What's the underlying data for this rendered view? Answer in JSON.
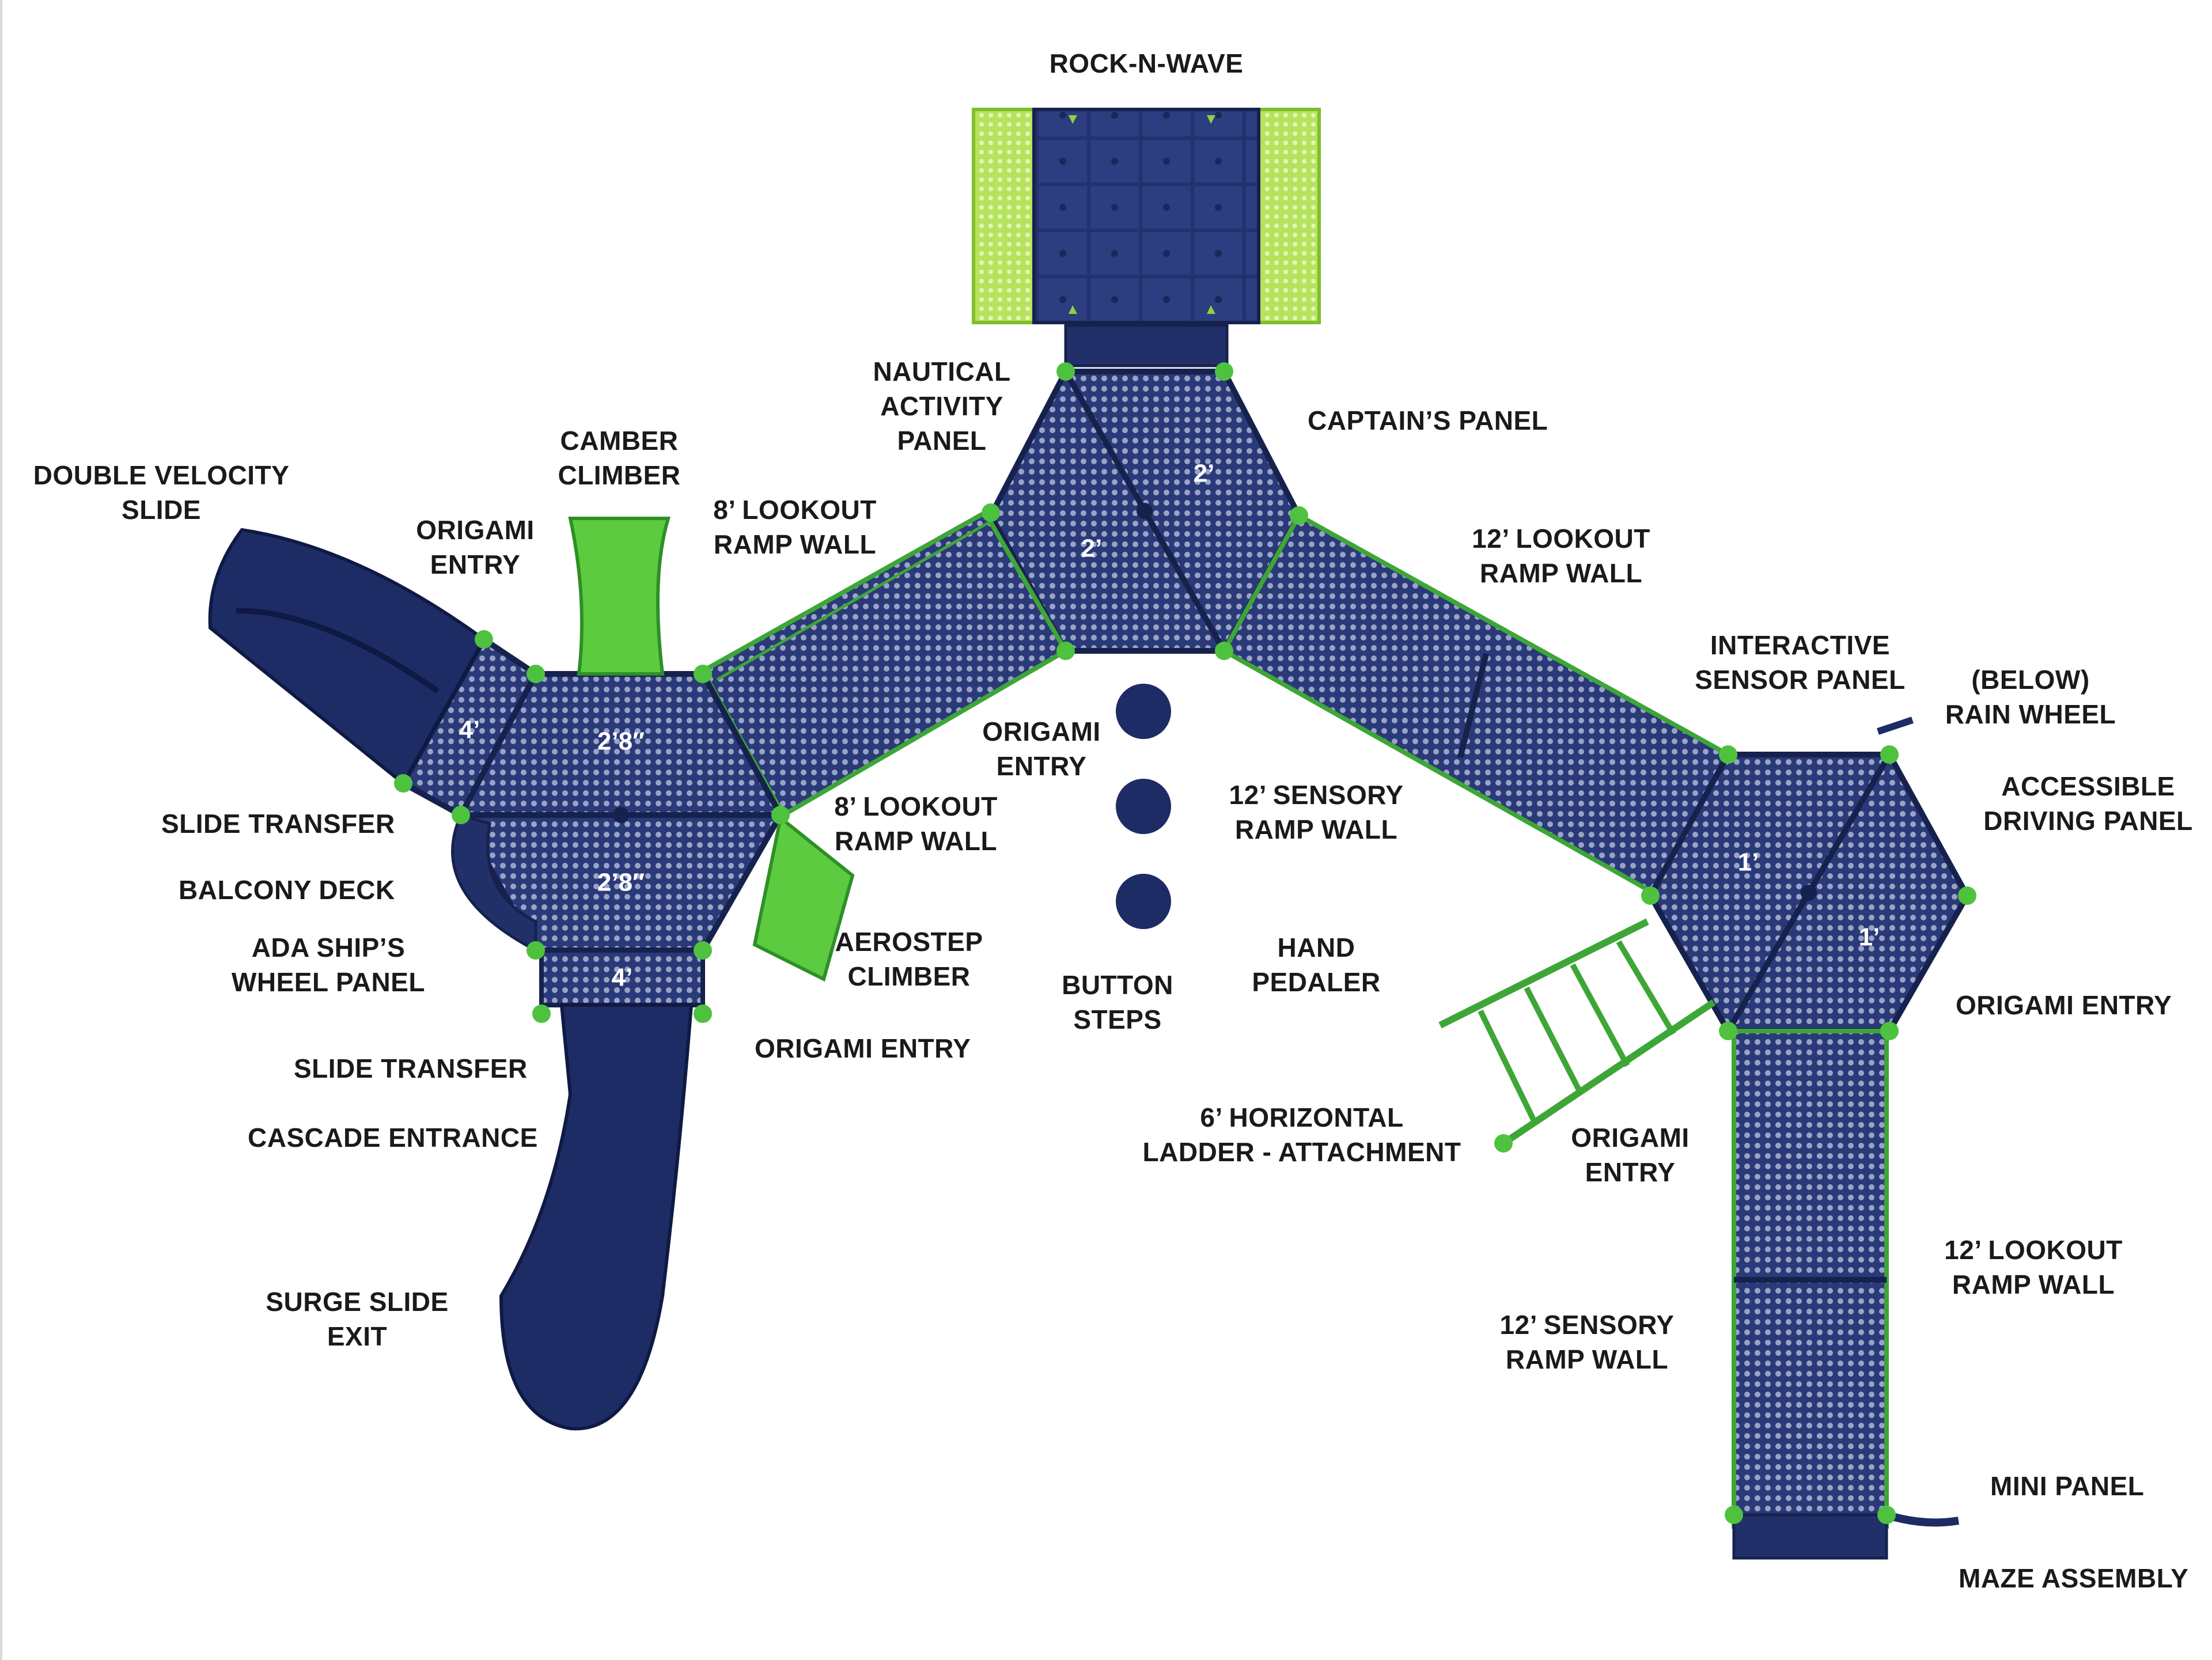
{
  "colors": {
    "navy": "#1b2a63",
    "navy_dark": "#111c47",
    "deck_mesh": "#8d95b8",
    "green": "#4ec23f",
    "green_dark": "#2f8f27",
    "lime": "#a6dd4a",
    "lime_light": "#c9ee7a",
    "label_text": "#1a1a1a",
    "dimension_text": "#ffffff"
  },
  "labels": {
    "rock_n_wave": "ROCK-N-WAVE",
    "nautical_activity_panel": "NAUTICAL\nACTIVITY\nPANEL",
    "captains_panel": "CAPTAIN’S PANEL",
    "camber_climber": "CAMBER\nCLIMBER",
    "double_velocity_slide": "DOUBLE VELOCITY\nSLIDE",
    "origami_entry_top_left": "ORIGAMI\nENTRY",
    "lookout_ramp_wall_8_upper": "8’ LOOKOUT\nRAMP WALL",
    "lookout_ramp_wall_12_upper": "12’ LOOKOUT\nRAMP WALL",
    "interactive_sensor_panel": "INTERACTIVE\nSENSOR PANEL",
    "below_rain_wheel": "(BELOW)\nRAIN WHEEL",
    "origami_entry_center": "ORIGAMI\nENTRY",
    "accessible_driving_panel": "ACCESSIBLE\nDRIVING PANEL",
    "slide_transfer_upper": "SLIDE TRANSFER",
    "sensory_ramp_wall_12_center": "12’ SENSORY\nRAMP WALL",
    "lookout_ramp_wall_8_lower": "8’ LOOKOUT\nRAMP WALL",
    "balcony_deck": "BALCONY DECK",
    "ada_ships_wheel_panel": "ADA SHIP’S\nWHEEL PANEL",
    "aerostep_climber": "AEROSTEP\nCLIMBER",
    "hand_pedaler": "HAND\nPEDALER",
    "button_steps": "BUTTON\nSTEPS",
    "origami_entry_right": "ORIGAMI ENTRY",
    "slide_transfer_lower": "SLIDE TRANSFER",
    "origami_entry_bottom_left": "ORIGAMI ENTRY",
    "cascade_entrance": "CASCADE ENTRANCE",
    "horizontal_ladder_attachment": "6’ HORIZONTAL\nLADDER - ATTACHMENT",
    "origami_entry_lower_right": "ORIGAMI\nENTRY",
    "lookout_ramp_wall_12_lower": "12’ LOOKOUT\nRAMP WALL",
    "surge_slide_exit": "SURGE SLIDE\nEXIT",
    "sensory_ramp_wall_12_lower": "12’ SENSORY\nRAMP WALL",
    "mini_panel": "MINI PANEL",
    "maze_assembly": "MAZE ASSEMBLY"
  },
  "deck_heights": {
    "left_upper_hex": "2’8″",
    "left_lower_hex": "2’8″",
    "left_triangle": "4’",
    "left_bottom_transfer": "4’",
    "center_left_hex": "2’",
    "center_right_hex": "2’",
    "right_left_hex": "1’",
    "right_right_hex": "1’"
  }
}
